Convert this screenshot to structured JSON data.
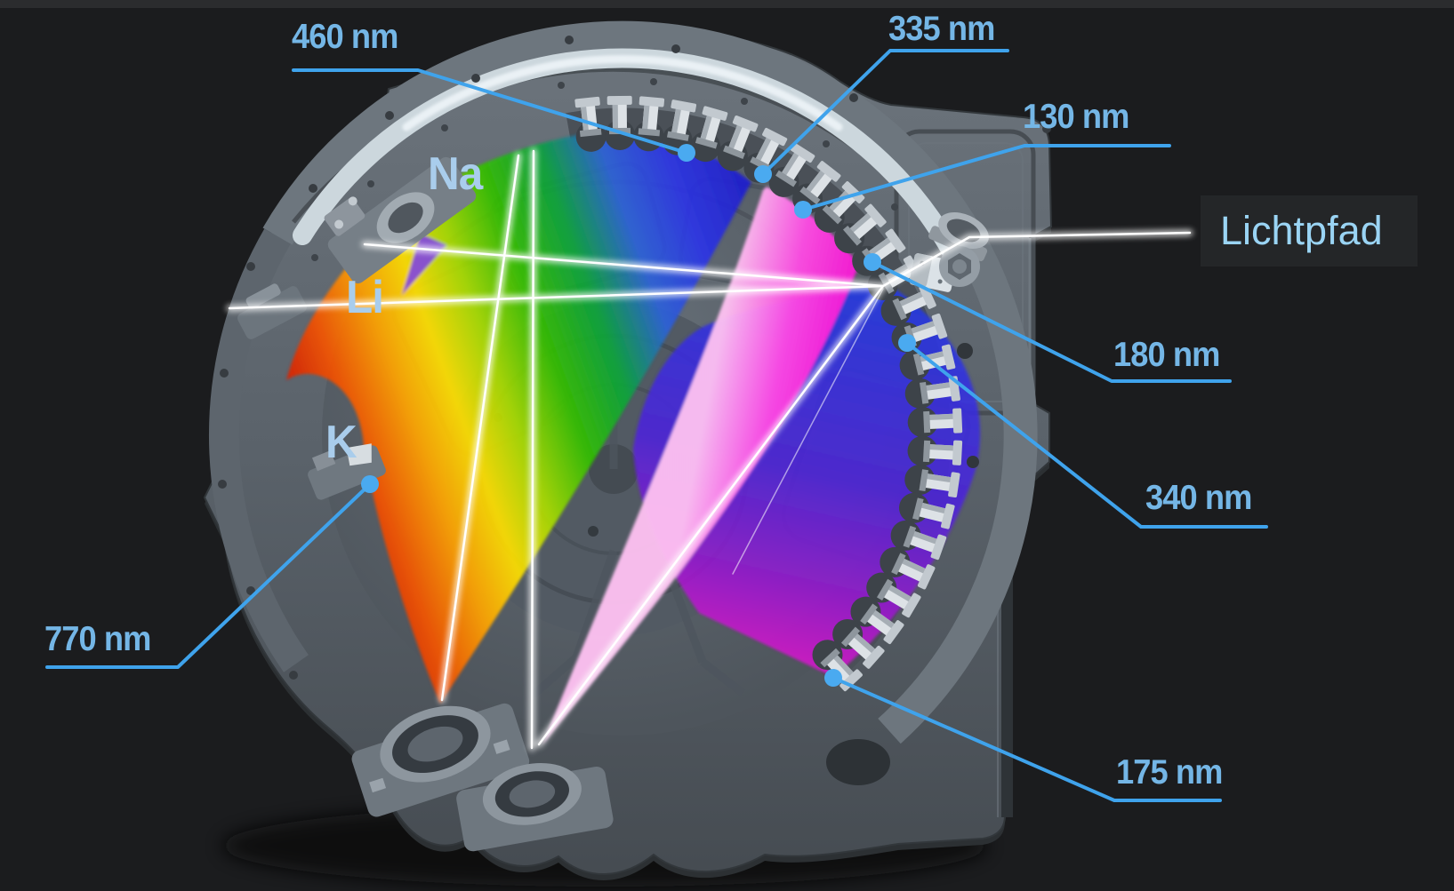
{
  "annotations": {
    "wavelengths": [
      {
        "id": "460",
        "text": "460 nm"
      },
      {
        "id": "335",
        "text": "335 nm"
      },
      {
        "id": "130",
        "text": "130 nm"
      },
      {
        "id": "180",
        "text": "180 nm"
      },
      {
        "id": "340",
        "text": "340 nm"
      },
      {
        "id": "175",
        "text": "175 nm"
      },
      {
        "id": "770",
        "text": "770 nm"
      }
    ],
    "elements": [
      {
        "id": "Na",
        "text": "Na"
      },
      {
        "id": "Li",
        "text": "Li"
      },
      {
        "id": "K",
        "text": "K"
      }
    ],
    "light_path": {
      "text": "Lichtpfad"
    }
  },
  "colors": {
    "background": "#1b1c1e",
    "callout_line": "#3fa3ec",
    "callout_dot": "#4aaaf0",
    "wavelength_text": "#74b6e6",
    "element_text": "#a9cdec",
    "lightpath_text": "#9ad4f4",
    "white_ray": "#ffffff",
    "spectrum_visible": [
      "#d81e00",
      "#f55400",
      "#ffa300",
      "#ffe100",
      "#a8dc00",
      "#35c000",
      "#0ba43c",
      "#2b62d8",
      "#2b35e6"
    ],
    "spectrum_uv_fan": [
      "#ffc2f2",
      "#ff4ae4",
      "#f812d4",
      "#cf00ae"
    ],
    "spectrum_vuv_fan": [
      "#2638e2",
      "#4e24d8",
      "#921bce",
      "#ef14c9"
    ]
  }
}
